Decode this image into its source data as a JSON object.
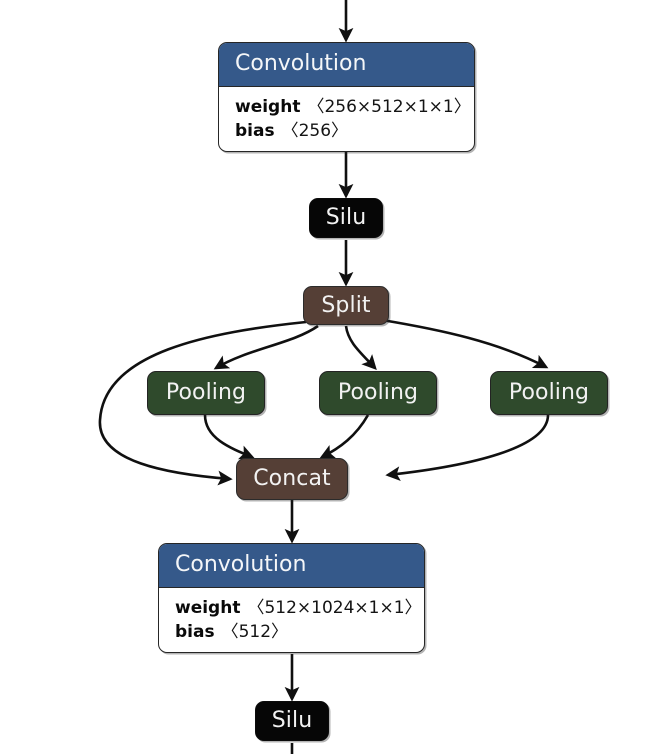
{
  "diagram": {
    "type": "neural-network-graph",
    "background": "#ffffff",
    "palette": {
      "conv_header": "#35598a",
      "conv_body": "#ffffff",
      "activation": "#060606",
      "split_concat": "#553f36",
      "pooling": "#2f4a2c",
      "edge": "#101010",
      "node_border": "#262626",
      "node_text": "#f2f2f2"
    },
    "nodes": {
      "top_stub": {
        "kind": "edge-stub",
        "label": ""
      },
      "conv1": {
        "kind": "layer",
        "title": "Convolution",
        "attrs": [
          {
            "key": "weight",
            "value": "〈256×512×1×1〉"
          },
          {
            "key": "bias",
            "value": "〈256〉"
          }
        ]
      },
      "silu1": {
        "kind": "pill",
        "label": "Silu"
      },
      "split": {
        "kind": "pill",
        "label": "Split"
      },
      "pool1": {
        "kind": "pill",
        "label": "Pooling"
      },
      "pool2": {
        "kind": "pill",
        "label": "Pooling"
      },
      "pool3": {
        "kind": "pill",
        "label": "Pooling"
      },
      "concat": {
        "kind": "pill",
        "label": "Concat"
      },
      "conv2": {
        "kind": "layer",
        "title": "Convolution",
        "attrs": [
          {
            "key": "weight",
            "value": "〈512×1024×1×1〉"
          },
          {
            "key": "bias",
            "value": "〈512〉"
          }
        ]
      },
      "silu2": {
        "kind": "pill",
        "label": "Silu"
      }
    },
    "edges": [
      {
        "from": "top_stub",
        "to": "conv1"
      },
      {
        "from": "conv1",
        "to": "silu1"
      },
      {
        "from": "silu1",
        "to": "split"
      },
      {
        "from": "split",
        "to": "pool1"
      },
      {
        "from": "split",
        "to": "pool2"
      },
      {
        "from": "split",
        "to": "pool3"
      },
      {
        "from": "split",
        "to": "concat"
      },
      {
        "from": "pool1",
        "to": "concat"
      },
      {
        "from": "pool2",
        "to": "concat"
      },
      {
        "from": "pool3",
        "to": "concat"
      },
      {
        "from": "concat",
        "to": "conv2"
      },
      {
        "from": "conv2",
        "to": "silu2"
      },
      {
        "from": "silu2",
        "to": "bottom_stub"
      }
    ]
  }
}
